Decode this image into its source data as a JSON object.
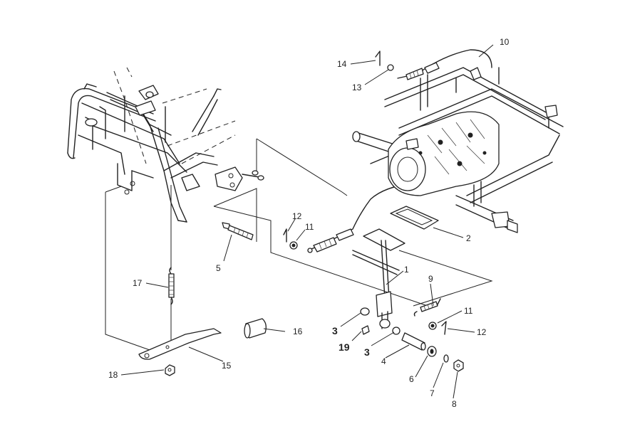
{
  "callouts": [
    {
      "id": "c1",
      "label": "1"
    },
    {
      "id": "c2",
      "label": "2"
    },
    {
      "id": "c3a",
      "label": "3"
    },
    {
      "id": "c3b",
      "label": "3"
    },
    {
      "id": "c4",
      "label": "4"
    },
    {
      "id": "c5",
      "label": "5"
    },
    {
      "id": "c6",
      "label": "6"
    },
    {
      "id": "c7",
      "label": "7"
    },
    {
      "id": "c8",
      "label": "8"
    },
    {
      "id": "c9",
      "label": "9"
    },
    {
      "id": "c10",
      "label": "10"
    },
    {
      "id": "c11a",
      "label": "11"
    },
    {
      "id": "c11b",
      "label": "11"
    },
    {
      "id": "c12a",
      "label": "12"
    },
    {
      "id": "c12b",
      "label": "12"
    },
    {
      "id": "c13",
      "label": "13"
    },
    {
      "id": "c14",
      "label": "14"
    },
    {
      "id": "c15",
      "label": "15"
    },
    {
      "id": "c16",
      "label": "16"
    },
    {
      "id": "c17",
      "label": "17"
    },
    {
      "id": "c18",
      "label": "18"
    },
    {
      "id": "c19",
      "label": "19"
    }
  ]
}
